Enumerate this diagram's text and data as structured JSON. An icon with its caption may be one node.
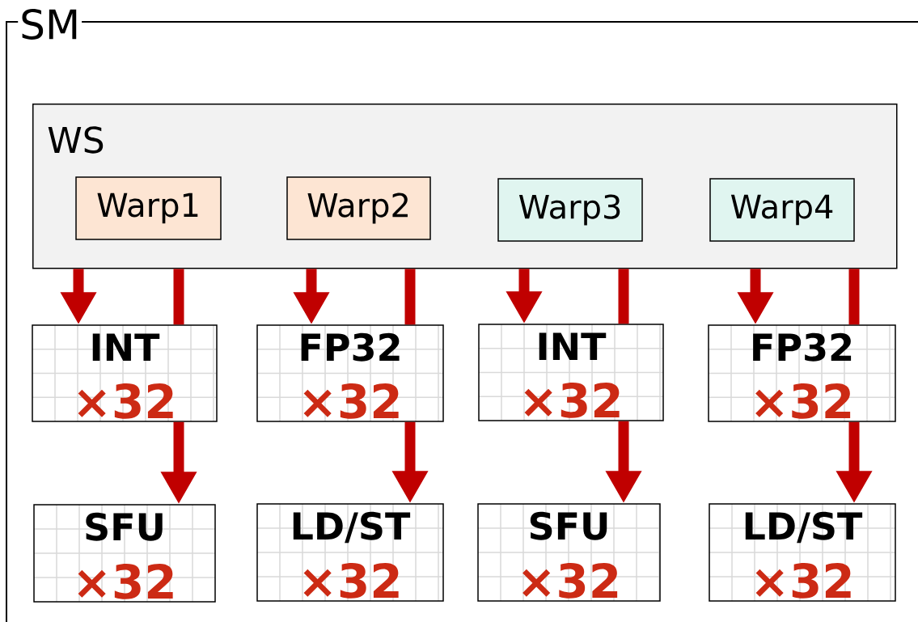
{
  "diagram": {
    "nodes": [
      {
        "text": [
          "SM"
        ]
      },
      {
        "text": [
          "WS"
        ],
        "in": 0
      },
      {
        "text": [
          "Warp1"
        ],
        "in": 1
      },
      {
        "text": [
          "Warp2"
        ],
        "in": 1
      },
      {
        "text": [
          "Warp3"
        ],
        "in": 1
      },
      {
        "text": [
          "Warp4"
        ],
        "in": 1
      },
      {
        "text": [
          "INT",
          "×32"
        ],
        "in": 0
      },
      {
        "text": [
          "FP32",
          "×32"
        ],
        "in": 0
      },
      {
        "text": [
          "INT",
          "×32"
        ],
        "in": 0
      },
      {
        "text": [
          "FP32",
          "×32"
        ],
        "in": 0
      },
      {
        "text": [
          "SFU",
          "×32"
        ],
        "in": 0
      },
      {
        "text": [
          "LD/ST",
          "×32"
        ],
        "in": 0
      },
      {
        "text": [
          "SFU",
          "×32"
        ],
        "in": 0
      },
      {
        "text": [
          "LD/ST",
          "×32"
        ],
        "in": 0
      }
    ],
    "edges": [
      {
        "from": 1,
        "to": 6,
        "arrow": "to"
      },
      {
        "from": 1,
        "to": 6,
        "arrow": "none"
      },
      {
        "from": 6,
        "to": 10,
        "arrow": "to"
      },
      {
        "from": 1,
        "to": 7,
        "arrow": "to"
      },
      {
        "from": 1,
        "to": 7,
        "arrow": "none"
      },
      {
        "from": 7,
        "to": 11,
        "arrow": "to"
      },
      {
        "from": 1,
        "to": 8,
        "arrow": "to"
      },
      {
        "from": 1,
        "to": 8,
        "arrow": "none"
      },
      {
        "from": 8,
        "to": 12,
        "arrow": "to"
      },
      {
        "from": 1,
        "to": 9,
        "arrow": "to"
      },
      {
        "from": 1,
        "to": 9,
        "arrow": "none"
      },
      {
        "from": 9,
        "to": 13,
        "arrow": "to"
      }
    ]
  }
}
